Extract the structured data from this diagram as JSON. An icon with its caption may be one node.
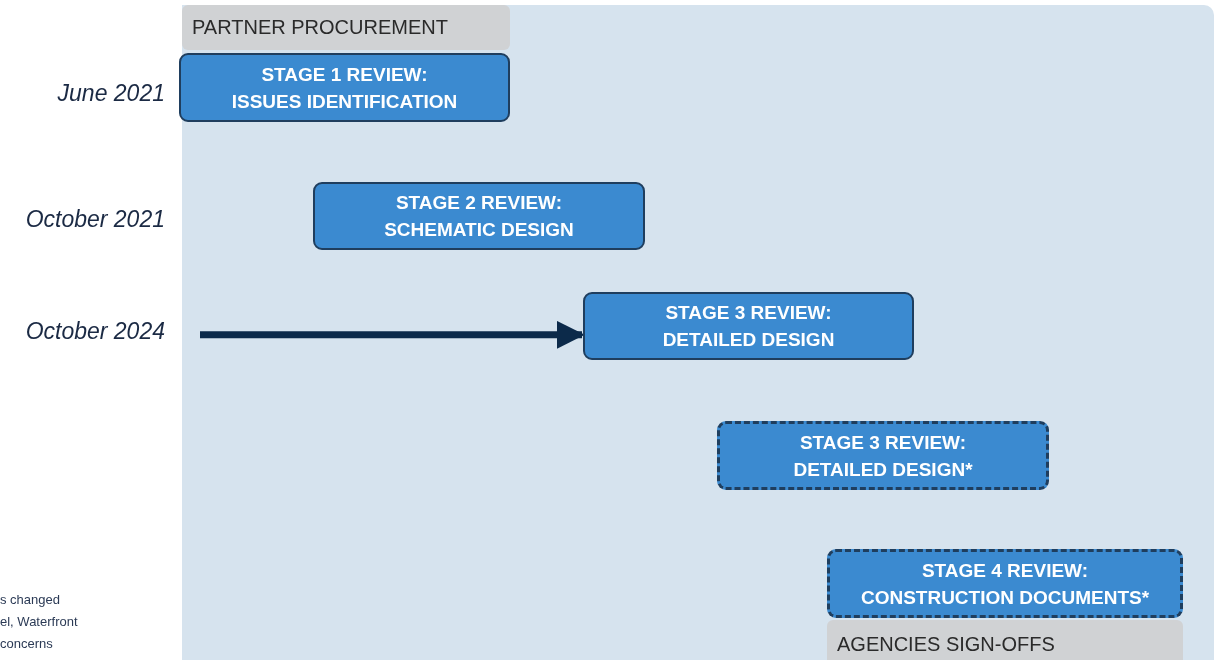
{
  "diagram": {
    "nodes": [
      {
        "text": [
          "PARTNER PROCUREMENT"
        ]
      },
      {
        "text": [
          "STAGE 1 REVIEW:",
          "ISSUES IDENTIFICATION"
        ]
      },
      {
        "text": [
          "STAGE 2 REVIEW:",
          "SCHEMATIC DESIGN"
        ]
      },
      {
        "text": [
          "STAGE 3 REVIEW:",
          "DETAILED DESIGN"
        ]
      },
      {
        "text": [
          "STAGE 3 REVIEW:",
          "DETAILED DESIGN*"
        ]
      },
      {
        "text": [
          "STAGE 4 REVIEW:",
          "CONSTRUCTION DOCUMENTS*"
        ]
      },
      {
        "text": [
          "AGENCIES SIGN-OFFS"
        ]
      }
    ],
    "edges": [
      {
        "from": null,
        "to": 3,
        "arrow": "to"
      }
    ],
    "labels": [
      "June 2021",
      "October 2021",
      "October 2024",
      "s changed",
      "el, Waterfront",
      "concerns"
    ]
  }
}
